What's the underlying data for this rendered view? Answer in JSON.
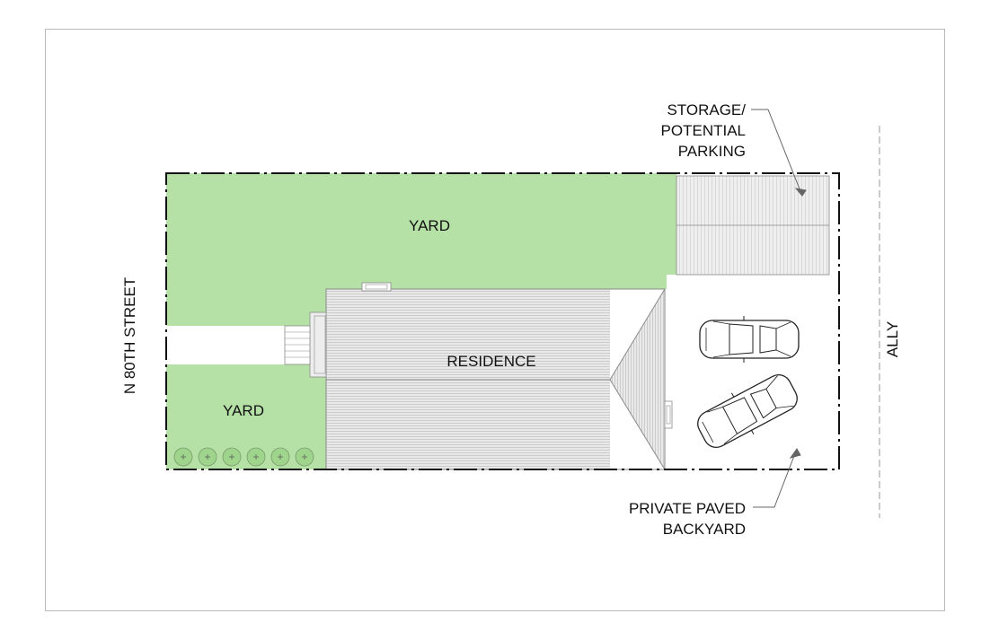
{
  "labels": {
    "yard_north": "YARD",
    "yard_south": "YARD",
    "residence": "RESIDENCE",
    "street": "N 80TH STREET",
    "alley": "ALLY",
    "storage_line1": "STORAGE/",
    "storage_line2": "POTENTIAL",
    "storage_line3": "PARKING",
    "backyard_line1": "PRIVATE PAVED",
    "backyard_line2": "BACKYARD"
  },
  "colors": {
    "yard_fill": "#b5e0a6",
    "roof_fill": "#e7e7e7",
    "roof_hatch": "#c4c4c4",
    "line": "#111111",
    "frame": "#b9b9b9",
    "shrub_fill": "#9fd48c"
  },
  "icons": {
    "shrubs": "shrub-icon",
    "cars": "car-icon"
  },
  "counts": {
    "shrubs": 6,
    "cars": 2
  }
}
